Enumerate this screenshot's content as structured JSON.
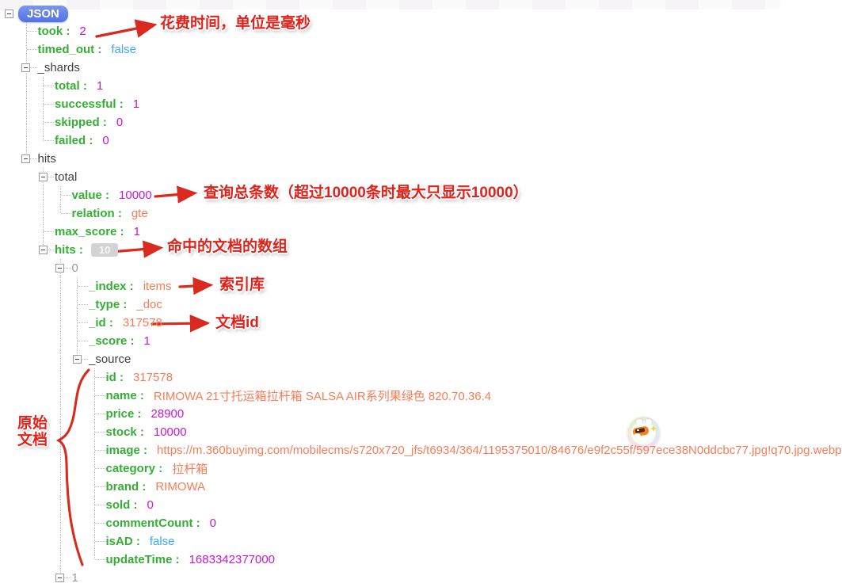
{
  "viewer": {
    "root_label": "JSON"
  },
  "colors": {
    "key_green": "#35ae35",
    "number_magenta": "#c615d6",
    "string_salmon": "#f97c56",
    "boolean_blue": "#3fa9f5",
    "node_gray": "#3f3f3f",
    "index_gray": "#9a9a9a",
    "annotation_red": "#df231b",
    "root_pill_blue": "#5e81e9",
    "badge_gray": "#d3d3d3"
  },
  "tree": {
    "rows": [
      {
        "level": 0,
        "kind": "root",
        "label": "JSON",
        "box": true
      },
      {
        "level": 1,
        "kind": "key",
        "label": "took :",
        "value": "2",
        "vtype": "number",
        "box": false
      },
      {
        "level": 1,
        "kind": "key",
        "label": "timed_out :",
        "value": "false",
        "vtype": "boolean",
        "box": false
      },
      {
        "level": 1,
        "kind": "node",
        "label": "_shards",
        "box": true
      },
      {
        "level": 2,
        "kind": "key",
        "label": "total :",
        "value": "1",
        "vtype": "number",
        "box": false
      },
      {
        "level": 2,
        "kind": "key",
        "label": "successful :",
        "value": "1",
        "vtype": "number",
        "box": false
      },
      {
        "level": 2,
        "kind": "key",
        "label": "skipped :",
        "value": "0",
        "vtype": "number",
        "box": false
      },
      {
        "level": 2,
        "kind": "key",
        "label": "failed :",
        "value": "0",
        "vtype": "number",
        "box": false
      },
      {
        "level": 1,
        "kind": "node",
        "label": "hits",
        "box": true
      },
      {
        "level": 2,
        "kind": "node",
        "label": "total",
        "box": true
      },
      {
        "level": 3,
        "kind": "key",
        "label": "value :",
        "value": "10000",
        "vtype": "number",
        "box": false
      },
      {
        "level": 3,
        "kind": "key",
        "label": "relation :",
        "value": "gte",
        "vtype": "string",
        "box": false
      },
      {
        "level": 2,
        "kind": "key",
        "label": "max_score :",
        "value": "1",
        "vtype": "number",
        "box": false
      },
      {
        "level": 2,
        "kind": "key",
        "label": "hits :",
        "badge": "10",
        "box": true
      },
      {
        "level": 3,
        "kind": "index",
        "label": "0",
        "box": true
      },
      {
        "level": 4,
        "kind": "key",
        "label": "_index :",
        "value": "items",
        "vtype": "string",
        "box": false
      },
      {
        "level": 4,
        "kind": "key",
        "label": "_type :",
        "value": "_doc",
        "vtype": "string",
        "box": false
      },
      {
        "level": 4,
        "kind": "key",
        "label": "_id :",
        "value": "317578",
        "vtype": "string",
        "box": false
      },
      {
        "level": 4,
        "kind": "key",
        "label": "_score :",
        "value": "1",
        "vtype": "number",
        "box": false
      },
      {
        "level": 4,
        "kind": "node",
        "label": "_source",
        "box": true
      },
      {
        "level": 5,
        "kind": "key",
        "label": "id :",
        "value": "317578",
        "vtype": "string",
        "box": false
      },
      {
        "level": 5,
        "kind": "key",
        "label": "name :",
        "value": "RIMOWA 21寸托运箱拉杆箱 SALSA AIR系列果绿色 820.70.36.4",
        "vtype": "string",
        "box": false
      },
      {
        "level": 5,
        "kind": "key",
        "label": "price :",
        "value": "28900",
        "vtype": "number",
        "box": false
      },
      {
        "level": 5,
        "kind": "key",
        "label": "stock :",
        "value": "10000",
        "vtype": "number",
        "box": false
      },
      {
        "level": 5,
        "kind": "key",
        "label": "image :",
        "value": "https://m.360buyimg.com/mobilecms/s720x720_jfs/t6934/364/1195375010/84676/e9f2c55f/597ece38N0ddcbc77.jpg!q70.jpg.webp",
        "vtype": "string",
        "box": false
      },
      {
        "level": 5,
        "kind": "key",
        "label": "category :",
        "value": "拉杆箱",
        "vtype": "string",
        "box": false
      },
      {
        "level": 5,
        "kind": "key",
        "label": "brand :",
        "value": "RIMOWA",
        "vtype": "string",
        "box": false
      },
      {
        "level": 5,
        "kind": "key",
        "label": "sold :",
        "value": "0",
        "vtype": "number",
        "box": false
      },
      {
        "level": 5,
        "kind": "key",
        "label": "commentCount :",
        "value": "0",
        "vtype": "number",
        "box": false
      },
      {
        "level": 5,
        "kind": "key",
        "label": "isAD :",
        "value": "false",
        "vtype": "boolean",
        "box": false
      },
      {
        "level": 5,
        "kind": "key",
        "label": "updateTime :",
        "value": "1683342377000",
        "vtype": "number",
        "box": false
      },
      {
        "level": 3,
        "kind": "index",
        "label": "1",
        "box": true
      }
    ]
  },
  "annotations": {
    "took": {
      "text": "花费时间，单位是毫秒"
    },
    "total_value": {
      "text": "查询总条数（超过10000条时最大只显示10000）"
    },
    "hits_array": {
      "text": "命中的文档的数组"
    },
    "index": {
      "text": "索引库"
    },
    "doc_id": {
      "text": "文档id"
    },
    "source": {
      "line1": "原始",
      "line2": "文档"
    }
  }
}
